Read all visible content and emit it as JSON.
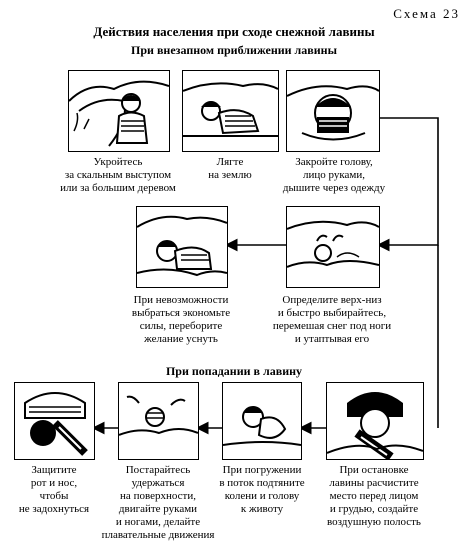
{
  "header": {
    "schema_label": "Схема 23",
    "title": "Действия населения при сходе снежной лавины"
  },
  "sections": {
    "approach": "При внезапном приближении лавины",
    "caught": "При попадании в лавину"
  },
  "panels": [
    {
      "id": "p1",
      "icon": "person-sheltering-by-rock-icon",
      "caption": "Укройтесь\nза скальным выступом\nили за большим деревом"
    },
    {
      "id": "p2",
      "icon": "person-lying-on-ground-icon",
      "caption": "Лягте\nна землю"
    },
    {
      "id": "p3",
      "icon": "person-covering-face-icon",
      "caption": "Закройте голову,\nлицо руками,\nдышите через одежду"
    },
    {
      "id": "p4",
      "icon": "person-buried-in-snow-icon",
      "caption": "При невозможности\nвыбраться экономьте\nсилы, переборите\nжелание уснуть"
    },
    {
      "id": "p5",
      "icon": "person-digging-out-icon",
      "caption": "Определите верх-низ\nи быстро выбирайтесь,\nперемешая снег под ноги\nи утаптывая его"
    },
    {
      "id": "p6",
      "icon": "person-covering-mouth-icon",
      "caption": "Защитите\nрот и нос,\nчтобы\nне задохнуться"
    },
    {
      "id": "p7",
      "icon": "person-swimming-in-snow-icon",
      "caption": "Постарайтесь\nудержаться\nна поверхности,\nдвигайте руками\nи ногами, делайте\nплавательные движения"
    },
    {
      "id": "p8",
      "icon": "person-curled-up-icon",
      "caption": "При погружении\nв поток подтяните\nколени и голову\nк животу"
    },
    {
      "id": "p9",
      "icon": "person-clearing-air-space-icon",
      "caption": "При остановке\nлавины расчистите\nместо перед лицом\nи грудью, создайте\nвоздушную полость"
    }
  ]
}
